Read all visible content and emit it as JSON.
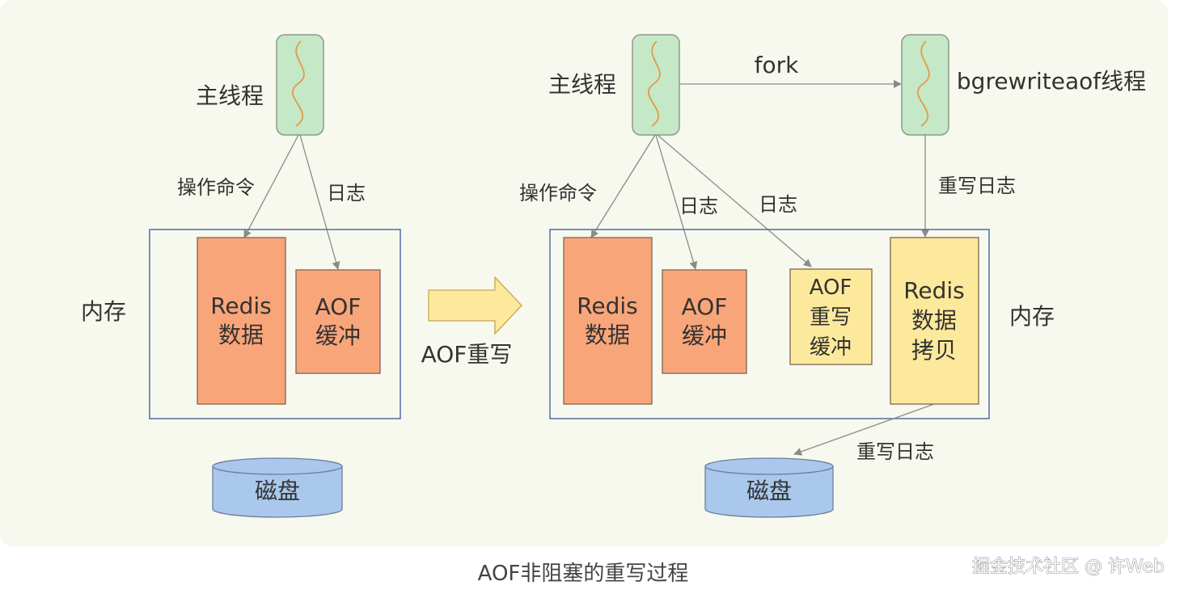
{
  "colors": {
    "panel_bg": "#f7f8ee",
    "thread_fill": "#c5e8c7",
    "thread_stroke": "#8c9a8c",
    "squiggle": "#e49a47",
    "memory_stroke": "#4f6fa0",
    "redis_block": "#f9a57a",
    "aof_block": "#f9a57a",
    "block_stroke": "#7c6655",
    "yellow_block": "#fde99b",
    "disk_fill": "#a9c8ec",
    "disk_stroke": "#6c7f9c",
    "arrow_fill": "#fde99b",
    "line": "#8a8a8a",
    "text": "#333333"
  },
  "left": {
    "main_thread_label": "主线程",
    "op_command_label": "操作命令",
    "log_label": "日志",
    "memory_label": "内存",
    "redis_data": [
      "Redis",
      "数据"
    ],
    "aof_buffer": [
      "AOF",
      "缓冲"
    ],
    "disk_label": "磁盘"
  },
  "transition_label": "AOF重写",
  "right": {
    "main_thread_label": "主线程",
    "fork_label": "fork",
    "bg_thread_label": "bgrewriteaof线程",
    "rewrite_log_label": "重写日志",
    "op_command_label": "操作命令",
    "log_label_1": "日志",
    "log_label_2": "日志",
    "memory_label": "内存",
    "redis_data": [
      "Redis",
      "数据"
    ],
    "aof_buffer": [
      "AOF",
      "缓冲"
    ],
    "aof_rewrite_buffer": [
      "AOF",
      "重写",
      "缓冲"
    ],
    "redis_data_copy": [
      "Redis",
      "数据",
      "拷贝"
    ],
    "rewrite_log_label_2": "重写日志",
    "disk_label": "磁盘"
  },
  "caption": "AOF非阻塞的重写过程",
  "watermark": "掘金技术社区 @ 许Web"
}
